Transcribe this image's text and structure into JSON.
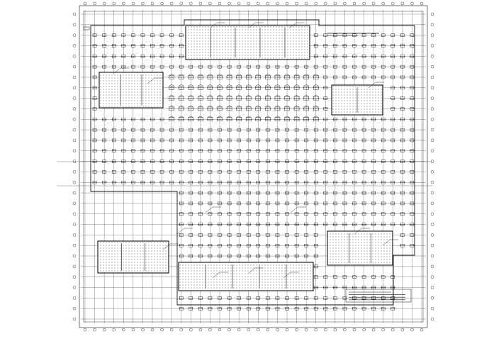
{
  "drawing": {
    "kind": "structural pile foundation plan",
    "line_color": "#111111",
    "grid_color": "#333333",
    "background": "#ffffff",
    "visible_text": [],
    "columns": 36,
    "rows": 30,
    "core_blocks": [
      {
        "id": "north-core",
        "hatched": true
      },
      {
        "id": "west-upper-core",
        "hatched": true
      },
      {
        "id": "east-upper-core",
        "hatched": true
      },
      {
        "id": "west-lower-core",
        "hatched": true
      },
      {
        "id": "east-lower-core",
        "hatched": true
      },
      {
        "id": "south-core",
        "hatched": true
      }
    ],
    "legend_note": {
      "present": true,
      "lines": 4
    }
  }
}
